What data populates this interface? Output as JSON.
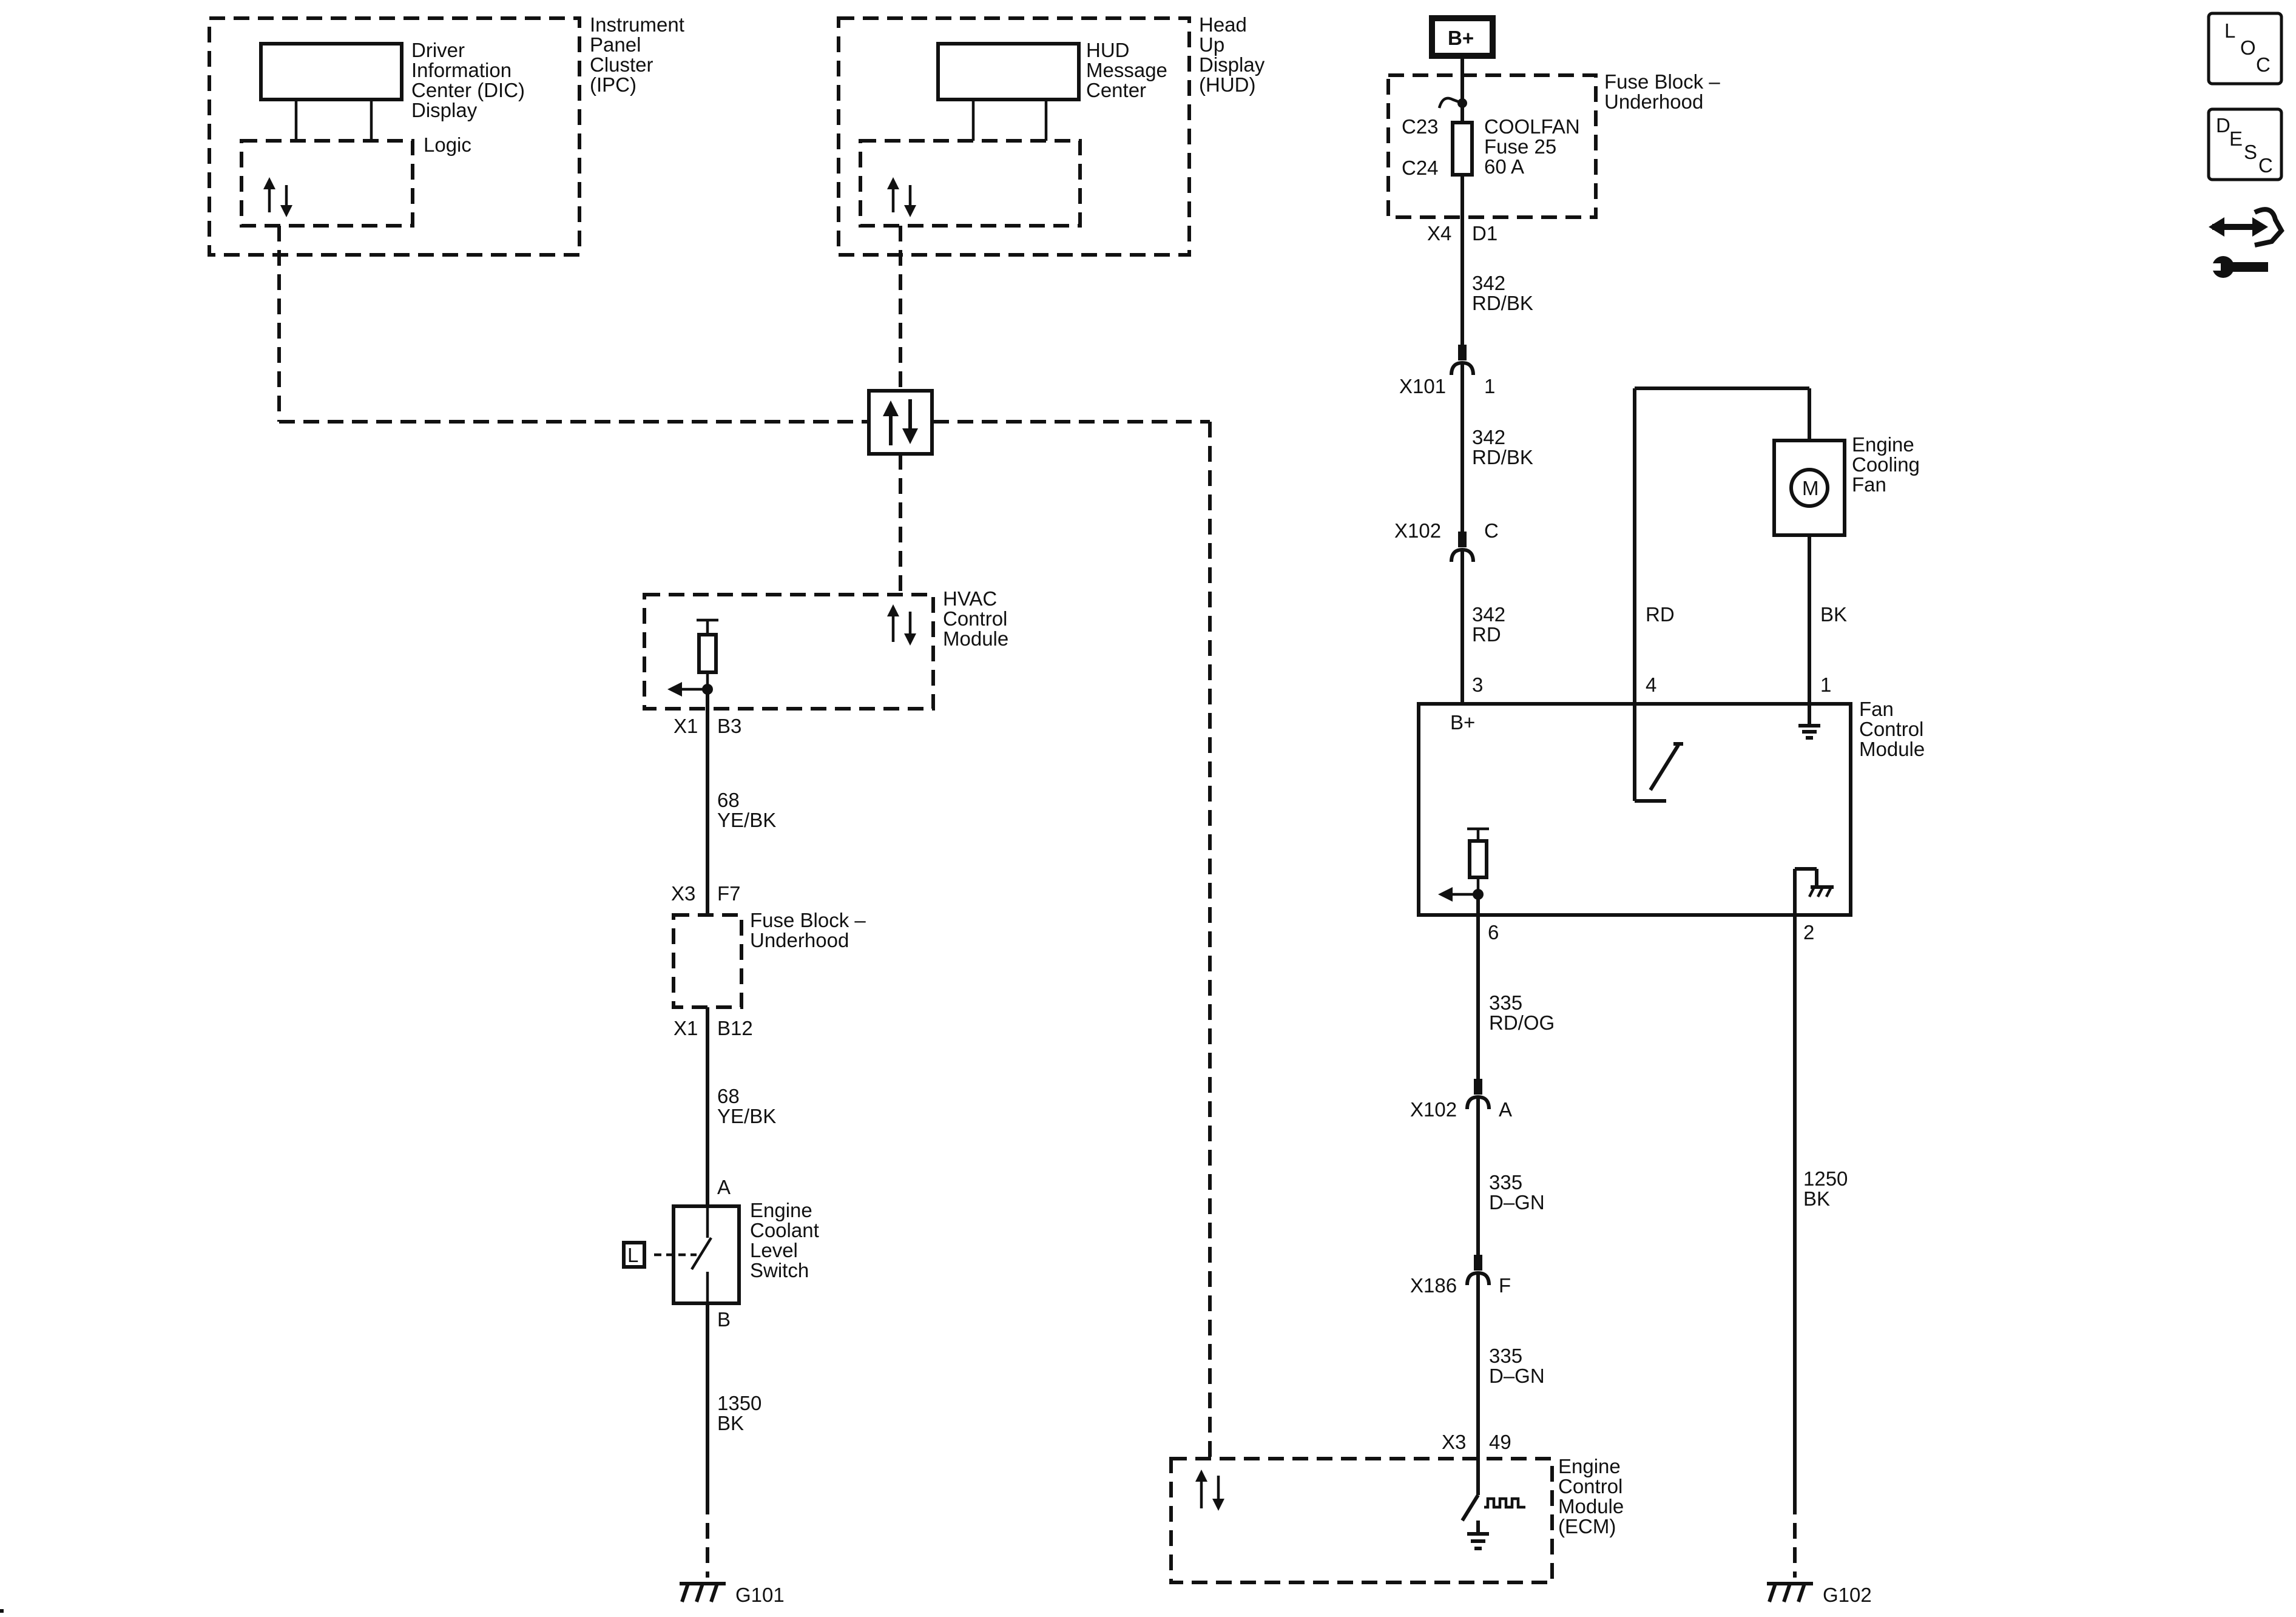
{
  "components": {
    "ipc": {
      "name": "Instrument\nPanel\nCluster\n(IPC)",
      "display": "Driver\nInformation\nCenter (DIC)\nDisplay",
      "logic": "Logic"
    },
    "hud": {
      "name": "Head\nUp\nDisplay\n(HUD)",
      "message_center": "HUD\nMessage\nCenter"
    },
    "hvac": {
      "name": "HVAC\nControl\nModule"
    },
    "fuse_block_left": {
      "name": "Fuse Block –\nUnderhood"
    },
    "coolant_switch": {
      "name": "Engine\nCoolant\nLevel\nSwitch",
      "tag": "L"
    },
    "fuse_block_right": {
      "name": "Fuse Block –\nUnderhood",
      "fuse": "COOLFAN\nFuse 25\n60 A"
    },
    "cooling_fan": {
      "name": "Engine\nCooling\nFan",
      "symbol": "M"
    },
    "fan_control": {
      "name": "Fan\nControl\nModule",
      "bplus": "B+"
    },
    "ecm": {
      "name": "Engine\nControl\nModule\n(ECM)"
    },
    "battery": {
      "label": "B+"
    }
  },
  "left_circuit": {
    "x1_b3": [
      "X1",
      "B3"
    ],
    "wire_68_a": "68\nYE/BK",
    "x3_f7": [
      "X3",
      "F7"
    ],
    "x1_b12": [
      "X1",
      "B12"
    ],
    "wire_68_b": "68\nYE/BK",
    "pin_a": "A",
    "pin_b": "B",
    "wire_1350": "1350\nBK",
    "ground": "G101"
  },
  "right_circuit": {
    "c23": "C23",
    "c24": "C24",
    "x4_d1": [
      "X4",
      "D1"
    ],
    "wire_342_a": "342\nRD/BK",
    "x101": [
      "X101",
      "1"
    ],
    "wire_342_b": "342\nRD/BK",
    "x102_c": [
      "X102",
      "C"
    ],
    "wire_342_c": "342\nRD",
    "wire_rd": "RD",
    "wire_bk": "BK",
    "pin_3": "3",
    "pin_4": "4",
    "pin_1": "1",
    "pin_6": "6",
    "pin_2": "2",
    "wire_335_a": "335\nRD/OG",
    "x102_a": [
      "X102",
      "A"
    ],
    "wire_335_b": "335\nD–GN",
    "x186_f": [
      "X186",
      "F"
    ],
    "wire_335_c": "335\nD–GN",
    "x3_49": [
      "X3",
      "49"
    ],
    "wire_1250": "1250\nBK",
    "ground": "G102"
  },
  "nav_icons": {
    "loc": [
      "L",
      "O",
      "C"
    ],
    "desc": [
      "D",
      "E",
      "S",
      "C"
    ]
  }
}
